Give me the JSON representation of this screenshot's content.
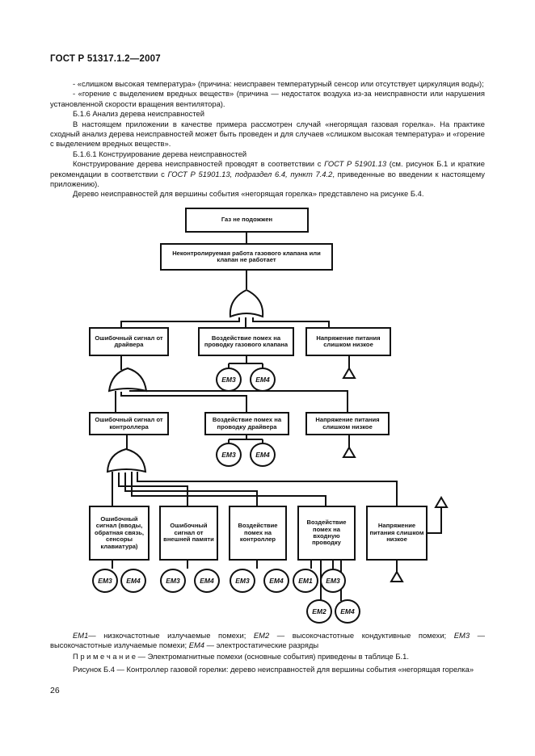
{
  "header": "ГОСТ Р 51317.1.2—2007",
  "paragraphs": {
    "p1": "- «слишком высокая температура» (причина: неисправен температурный сенсор или отсутствует циркуляция воды);",
    "p2": "- «горение с выделением вредных веществ» (причина — недостаток воздуха из-за неисправности или нарушения установленной скорости вращения вентилятора).",
    "p3": "Б.1.6 Анализ дерева неисправностей",
    "p4": "В настоящем приложении в качестве примера рассмотрен случай «негорящая газовая горелка». На практике сходный анализ дерева неисправностей может быть проведен и для случаев «слишком высокая температура» и «горение с выделением вредных веществ».",
    "p5": "Б.1.6.1 Конструирование дерева неисправностей",
    "p6a": "Конструирование дерева неисправностей проводят в соответствии с ",
    "p6b": "ГОСТ Р 51901.13",
    "p6c": " (см. рисунок Б.1 и краткие рекомендации в соответствии с ",
    "p6d": "ГОСТ Р 51901.13, подраздел 6.4, пункт 7.4.2",
    "p6e": ", приведенные во введении к настоящему приложению).",
    "p7": "Дерево неисправностей для вершины события «негорящая горелка» представлено на рисунке Б.4."
  },
  "diagram": {
    "top": "Газ не подожжен",
    "level1": "Неконтролируемая работа газового клапана или клапан не работает",
    "level2": {
      "a": "Ошибочный сигнал от драйвера",
      "b": "Воздействие помех на проводку газового клапана",
      "c": "Напряжение питания слишком низкое"
    },
    "level3": {
      "a": "Ошибочный сигнал от контроллера",
      "b": "Воздействие помех на проводку драйвера",
      "c": "Напряжение питания слишком низкое"
    },
    "level4": {
      "a": "Ошибочный сигнал (вводы, обратная связь, сенсоры клавиатура)",
      "b": "Ошибочный сигнал от внешней памяти",
      "c": "Воздействие помех на контроллер",
      "d": "Воздействие помех на входную проводку",
      "e": "Напряжение питания слишком низкое"
    },
    "events": {
      "em1": "ЕМ1",
      "em2": "ЕМ2",
      "em3": "ЕМ3",
      "em4": "ЕМ4"
    }
  },
  "legend": {
    "em1": "ЕМ1",
    "t1": "— низкочастотные излучаемые помехи; ",
    "em2": "ЕМ2",
    "t2": " — высокочастотные кондуктивные помехи; ",
    "em3": "ЕМ3",
    "t3": " — высокочастотные излучаемые помехи; ",
    "em4": "ЕМ4",
    "t4": " — электростатические разряды"
  },
  "note": "П р и м е ч а н и е — Электромагнитные помехи (основные события) приведены в таблице Б.1.",
  "caption": "Рисунок Б.4 — Контроллер газовой горелки: дерево неисправностей для вершины события «негорящая горелка»",
  "page_number": "26"
}
